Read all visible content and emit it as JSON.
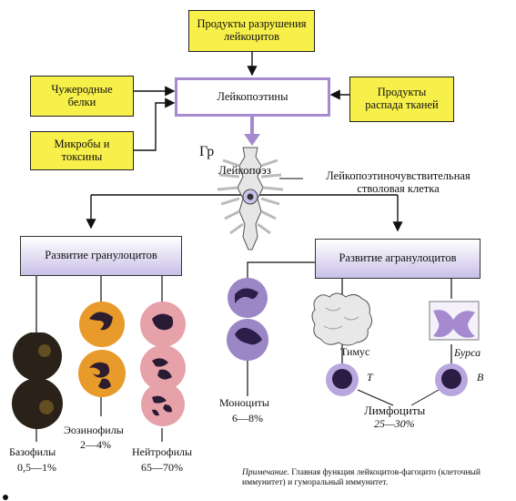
{
  "boxes": {
    "leukocyte_breakdown": "Продукты разрушения лейкоцитов",
    "foreign_proteins": "Чужеродные белки",
    "leukopoietins": "Лейкопоэтины",
    "tissue_breakdown": "Продукты распада тканей",
    "microbes": "Микробы и токсины",
    "granulocyte_dev": "Развитие гранулоцитов",
    "agranulocyte_dev": "Развитие агранулоцитов"
  },
  "labels": {
    "gr": "Гр",
    "leukopoiesis": "Лейкопоэз",
    "stem_cell": "Лейкопоэтиночувствительная стволовая клетка",
    "thymus": "Тимус",
    "bursa": "Бурса",
    "t": "T",
    "b": "B",
    "lymphocytes": "Лимфоциты",
    "lymphocytes_pct": "25—30%",
    "monocytes": "Моноциты",
    "monocytes_pct": "6—8%",
    "eosinophils": "Эозинофилы",
    "eosinophils_pct": "2—4%",
    "basophils": "Базофилы",
    "basophils_pct": "0,5—1%",
    "neutrophils": "Нейтрофилы",
    "neutrophils_pct": "65—70%"
  },
  "note": {
    "prefix": "Примечание.",
    "text": "Главная функция лейкоцитов-фагоцито (клеточный иммунитет) и гуморальный иммунитет."
  },
  "colors": {
    "yellow": "#f7f04a",
    "lilac_border": "#a58ad0",
    "monocyte": "#9b86c6",
    "eosinophil": "#e89a2a",
    "neutrophil": "#e6a2a8",
    "basophil": "#2a2118",
    "lymphocyte": "#b9a6de"
  }
}
